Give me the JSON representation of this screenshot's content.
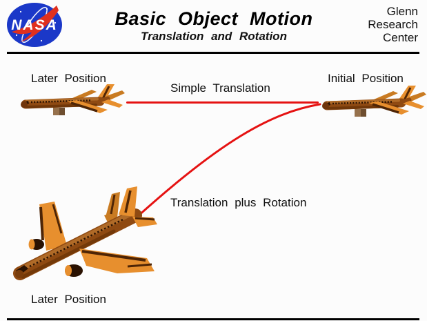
{
  "header": {
    "title": "Basic Object Motion",
    "subtitle": "Translation and Rotation",
    "org_line1": "Glenn",
    "org_line2": "Research",
    "org_line3": "Center",
    "logo_text": "NASA"
  },
  "labels": {
    "later_top": "Later Position",
    "simple_translation": "Simple Translation",
    "initial_position": "Initial Position",
    "translation_rotation": "Translation plus Rotation",
    "later_bottom": "Later Position"
  },
  "icons": {
    "nasa_logo": "nasa-meatball-logo",
    "small_plane": "airliner-side-view",
    "large_plane": "airliner-banked-view"
  },
  "colors": {
    "path_red": "#e51212",
    "rule_black": "#000000",
    "logo_blue": "#1b38c8",
    "logo_red": "#e0301e",
    "plane_body_brown": "#8f4a12",
    "plane_orange": "#e78f2e",
    "plane_dark": "#4e2506"
  }
}
